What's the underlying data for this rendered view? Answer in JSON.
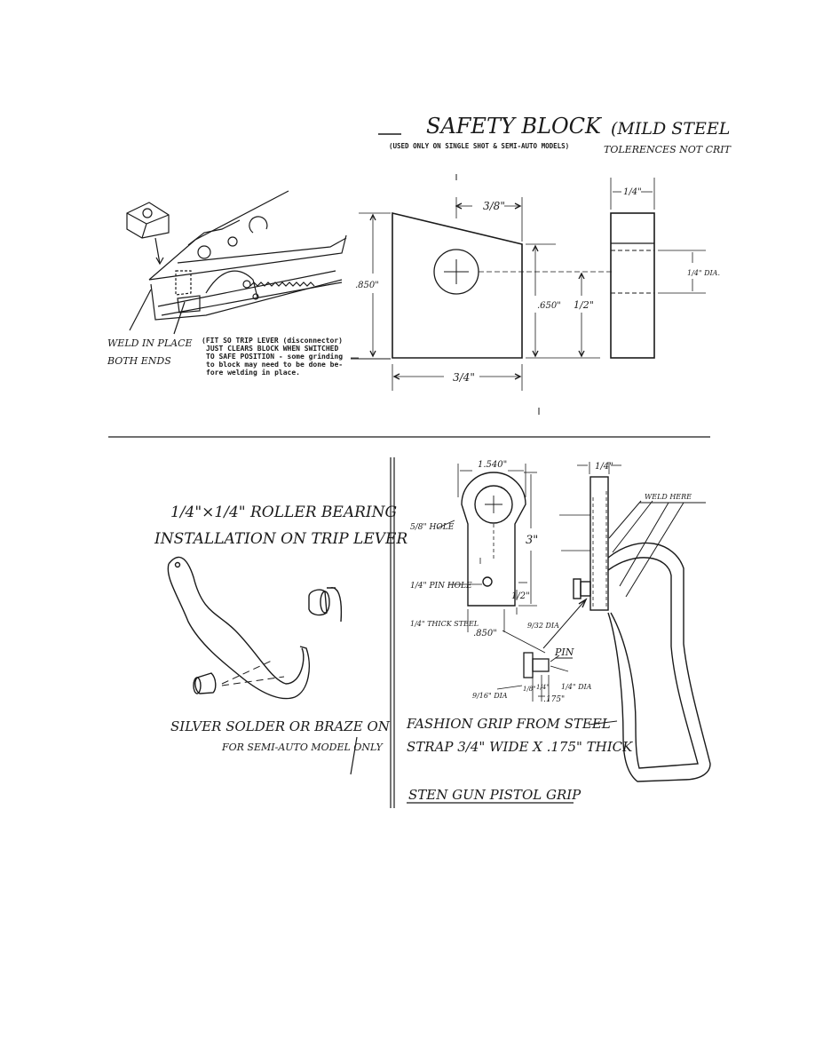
{
  "safety_block": {
    "title": "SAFETY BLOCK",
    "material": "(MILD STEEL",
    "used_only": "(USED ONLY ON SINGLE SHOT & SEMI-AUTO MODELS)",
    "tolerances": "TOLERENCES NOT CRIT",
    "weld_note_1": "WELD IN PLACE",
    "weld_note_2": "BOTH ENDS",
    "fit_note": [
      "(FIT SO TRIP LEVER (disconnector)",
      "JUST CLEARS BLOCK WHEN SWITCHED",
      "TO SAFE POSITION - some grinding",
      "to block may need to be done be-",
      "fore welding in place."
    ],
    "dims": {
      "top_offset": "3/8\"",
      "height": ".850\"",
      "hole_height": ".650\"",
      "half": "1/2\"",
      "width": "3/4\"",
      "thickness": "1/4\"",
      "hole_dia": "1/4\" DIA."
    }
  },
  "roller": {
    "title_1": "1/4\"×1/4\" ROLLER BEARING",
    "title_2": "INSTALLATION ON TRIP LEVER",
    "note_1": "SILVER SOLDER OR BRAZE ON",
    "note_2": "FOR SEMI-AUTO MODEL ONLY"
  },
  "grip": {
    "dims": {
      "top_width": "1.540\"",
      "hole": "5/8\" HOLE",
      "length": "3\"",
      "pin_hole": "1/4\" PIN HOLE",
      "half": "1/2\"",
      "thick": "1/4\" THICK STEEL",
      "bottom_width": ".850\"",
      "small_dia": "9/32 DIA",
      "plate_thick": "1/4\""
    },
    "weld_here": "WELD HERE",
    "pin": "PIN",
    "pin_dims": {
      "head": "9/16\" DIA",
      "a": "1/8\"",
      "b": "1/4\"",
      "dia": "1/4\" DIA",
      "len": ".175\""
    },
    "fashion_1": "FASHION GRIP FROM STEEL",
    "fashion_2": "STRAP 3/4\" WIDE X .175\" THICK",
    "title": "STEN GUN PISTOL GRIP"
  }
}
